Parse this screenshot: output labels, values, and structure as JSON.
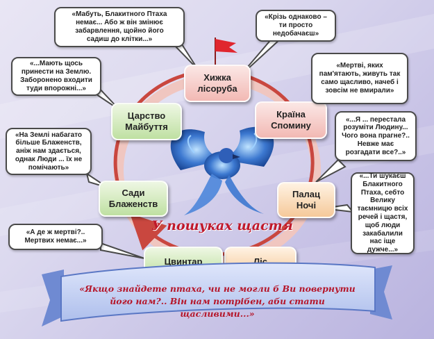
{
  "nodes": {
    "khyzhka": "Хижка\nлісоруба",
    "kraina": "Країна\nСпомину",
    "palats": "Палац\nНочі",
    "lis": "Ліс",
    "tsvyntar": "Цвинтар",
    "sady": "Сади\nБлаженств",
    "tsarstvo": "Царство\nМайбуття"
  },
  "quotes": {
    "q1": "«Мабуть, Блакитного Птаха\nнемає... Або ж він змінює\nзабарвлення, щойно його\nсадиш до клітки...»",
    "q2": "«Крізь однаково –\nти просто\nнедобачаєш»",
    "q3": "«Мертві, яких\nпам'ятають, живуть так\nсамо щасливо, начеб і\nзовсім не вмирали»",
    "q4": "«...Я ... перестала\nрозуміти Людину...\nЧого вона прагне?..\nНевже має\nрозгадати все?..»",
    "q5": "«...Ти шукаєш\nБлакитного\nПтаха, себто\nВелику\nтаємницю всіх\nречей і щастя,\nщоб люди\nзакабалили\nнас іще\nдужче...»",
    "q6": "«А де ж мертві?..\nМертвих немає...»",
    "q7": "«На Землі набагато\nбільше Блаженств,\nаніж нам здається,\nоднак Люди ... їх не\nпомічають»",
    "q8": "«...Мають щось\nпринести на Землю.\nЗаборонено входити\nтуди впорожні...»"
  },
  "center_title": "У пошуках щастя",
  "banner_quote": "«Якщо знайдете птаха, чи не могли б Ви повернути\nйого нам?.. Він нам потрібен, аби стати щасливими...»",
  "colors": {
    "ring": "#c9473f",
    "flag": "#e0262e",
    "bird": "#2f5fb8",
    "ribbon": "#7a97d8",
    "title": "#c0182a"
  },
  "icons": [
    "flag-icon",
    "blue-bird-icon"
  ]
}
